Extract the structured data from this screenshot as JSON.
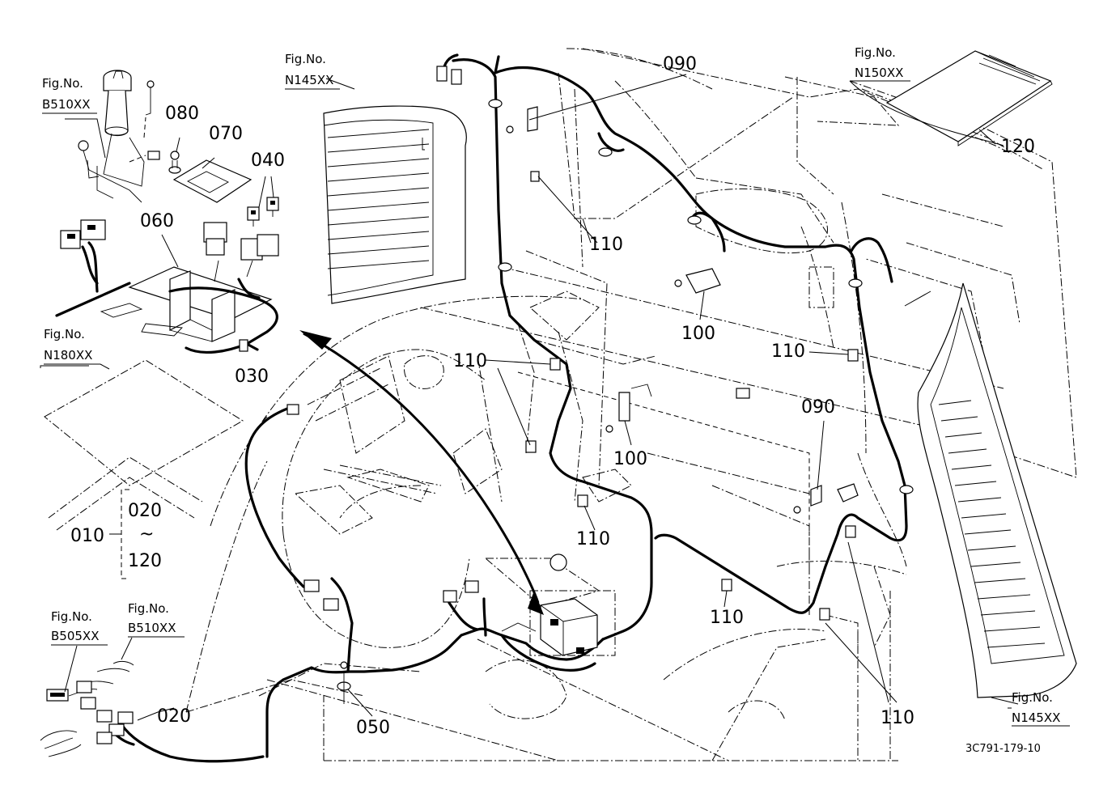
{
  "figure_refs": {
    "b510_top": {
      "caption": "Fig.No.",
      "code": "B510XX"
    },
    "n145_top": {
      "caption": "Fig.No.",
      "code": "N145XX"
    },
    "n150": {
      "caption": "Fig.No.",
      "code": "N150XX"
    },
    "n180": {
      "caption": "Fig.No.",
      "code": "N180XX"
    },
    "b505": {
      "caption": "Fig.No.",
      "code": "B505XX"
    },
    "b510_bottom": {
      "caption": "Fig.No.",
      "code": "B510XX"
    },
    "n145_bottom": {
      "caption": "Fig.No.",
      "code": "N145XX"
    }
  },
  "parts": {
    "p010": "010",
    "p020_range_start": "020",
    "p020_range_tilde": "~",
    "p120_range_end": "120",
    "p020": "020",
    "p030": "030",
    "p040": "040",
    "p050": "050",
    "p060": "060",
    "p070": "070",
    "p080": "080",
    "p090_top": "090",
    "p090_right": "090",
    "p100_right": "100",
    "p100_center": "100",
    "p110_a": "110",
    "p110_b": "110",
    "p110_c": "110",
    "p110_d": "110",
    "p110_e": "110",
    "p110_f": "110",
    "p120": "120"
  },
  "drawing_number": "3C791-179-10"
}
